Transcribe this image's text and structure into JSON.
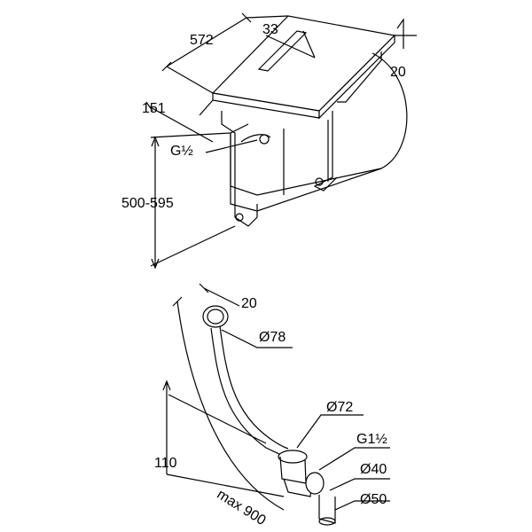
{
  "upper_unit": {
    "dims": {
      "width": "572",
      "slot": "33",
      "plate_height": "20",
      "depth": "151",
      "connection": "G½",
      "height_range": "500-595"
    }
  },
  "drain_set": {
    "dims": {
      "overflow_offset": "20",
      "overflow_diameter": "Ø78",
      "waste_diameter": "Ø72",
      "thread": "G1½",
      "outlet_inner": "Ø40",
      "outlet_outer": "Ø50",
      "height": "110",
      "max_length": "max 900"
    }
  }
}
